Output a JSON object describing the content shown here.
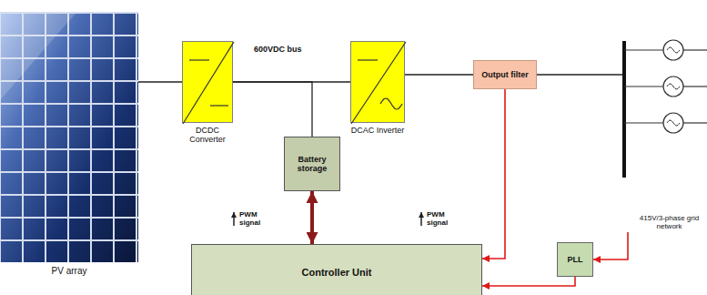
{
  "diagram": {
    "nodes": [
      {
        "text": [
          "PV array"
        ]
      },
      {
        "text": [
          "DCDC Converter"
        ]
      },
      {
        "text": [
          "Battery storage"
        ]
      },
      {
        "text": [
          "DCAC Inverter"
        ]
      },
      {
        "text": [
          "Output filter"
        ]
      },
      {
        "text": [
          "415V/3-phase grid network"
        ]
      },
      {
        "text": [
          "PLL"
        ]
      },
      {
        "text": [
          "Controller Unit"
        ]
      }
    ],
    "edges": [
      {
        "from": 0,
        "to": 1,
        "arrow": "none"
      },
      {
        "from": 1,
        "to": 3,
        "arrow": "none"
      },
      {
        "from": 1,
        "to": 2,
        "arrow": "none"
      },
      {
        "from": 3,
        "to": 4,
        "arrow": "none"
      },
      {
        "from": 4,
        "to": 5,
        "arrow": "none"
      },
      {
        "from": 2,
        "to": 7,
        "arrow": "both"
      },
      {
        "from": 4,
        "to": 7,
        "arrow": "to"
      },
      {
        "from": 6,
        "to": 7,
        "arrow": "to"
      },
      {
        "from": 5,
        "to": 6,
        "arrow": "to"
      }
    ],
    "labels": [
      "600VDC bus",
      "PWM signal",
      "PWM signal"
    ]
  }
}
